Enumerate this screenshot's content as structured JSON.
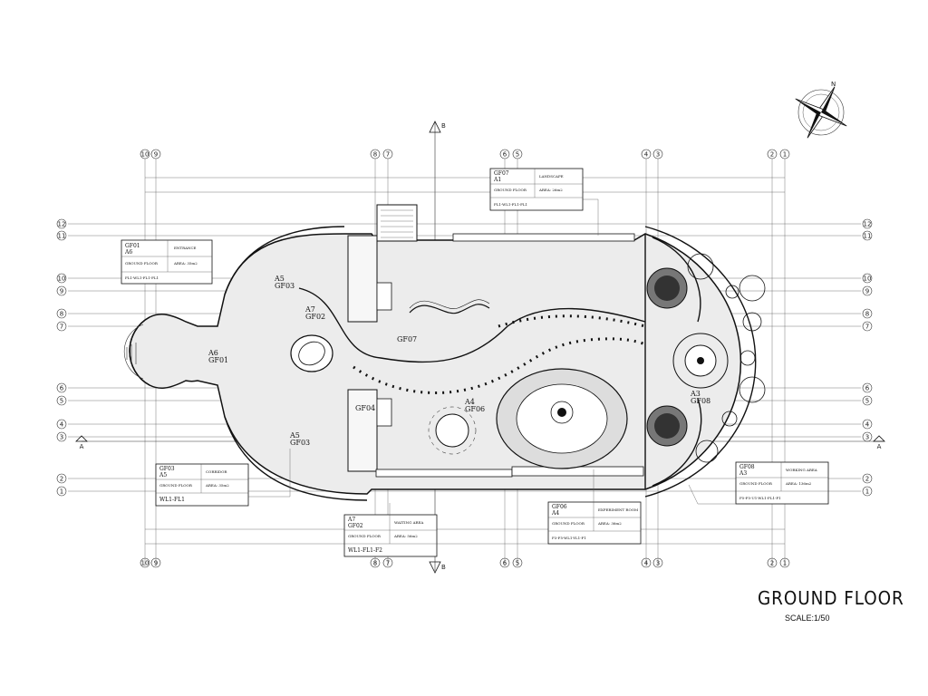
{
  "drawing": {
    "title": "GROUND FLOOR",
    "scale": "SCALE:1/50",
    "north_label": "N"
  },
  "grid": {
    "vertical": [
      "10",
      "9",
      "8",
      "7",
      "6",
      "5",
      "4",
      "3",
      "2",
      "1"
    ],
    "horizontal": [
      "12",
      "11",
      "10",
      "9",
      "8",
      "7",
      "6",
      "5",
      "4",
      "3",
      "2",
      "1"
    ],
    "section_marker": "A",
    "section_marker_v": "B"
  },
  "room_tags": [
    {
      "area": "A6",
      "code": "GF01"
    },
    {
      "area": "A7",
      "code": "GF02"
    },
    {
      "area": "A5",
      "code": "GF03"
    },
    {
      "area": "A5",
      "code": "GF03"
    },
    {
      "area": "",
      "code": "GF04"
    },
    {
      "area": "A4",
      "code": "GF06"
    },
    {
      "area": "",
      "code": "GF07"
    },
    {
      "area": "A3",
      "code": "GF08"
    }
  ],
  "legend_boxes": [
    {
      "code": "GF01",
      "area_code": "A6",
      "name": "ENTRANCE",
      "floor": "GROUND FLOOR",
      "area": "AREA: 35m2",
      "finish": "FL1-WL1-FL1-FL1"
    },
    {
      "code": "GF07",
      "area_code": "A1",
      "name": "LANDSCAPE",
      "floor": "GROUND FLOOR",
      "area": "AREA: 26m2",
      "finish": "FL1-WL1-FL1-FL1"
    },
    {
      "code": "GF03",
      "area_code": "A5",
      "name": "CORRIDOR",
      "floor": "GROUND FLOOR",
      "area": "AREA: 35m2",
      "finish": "WL1-FL1"
    },
    {
      "code": "A7",
      "area_code": "GF02",
      "name": "WAITING AREA",
      "floor": "GROUND FLOOR",
      "area": "AREA: 56m2",
      "finish": "WL1-FL1-F2"
    },
    {
      "code": "GF06",
      "area_code": "A4",
      "name": "EXPERIMENT ROOM",
      "floor": "GROUND FLOOR",
      "area": "AREA: 36m2",
      "finish": "F3-F5-WL1-YL1-F1"
    },
    {
      "code": "GF08",
      "area_code": "A3",
      "name": "WORKING AREA",
      "floor": "GROUND FLOOR",
      "area": "AREA: 136m2",
      "finish": "F5-F5-U1-WL1-FL1-F1"
    }
  ]
}
